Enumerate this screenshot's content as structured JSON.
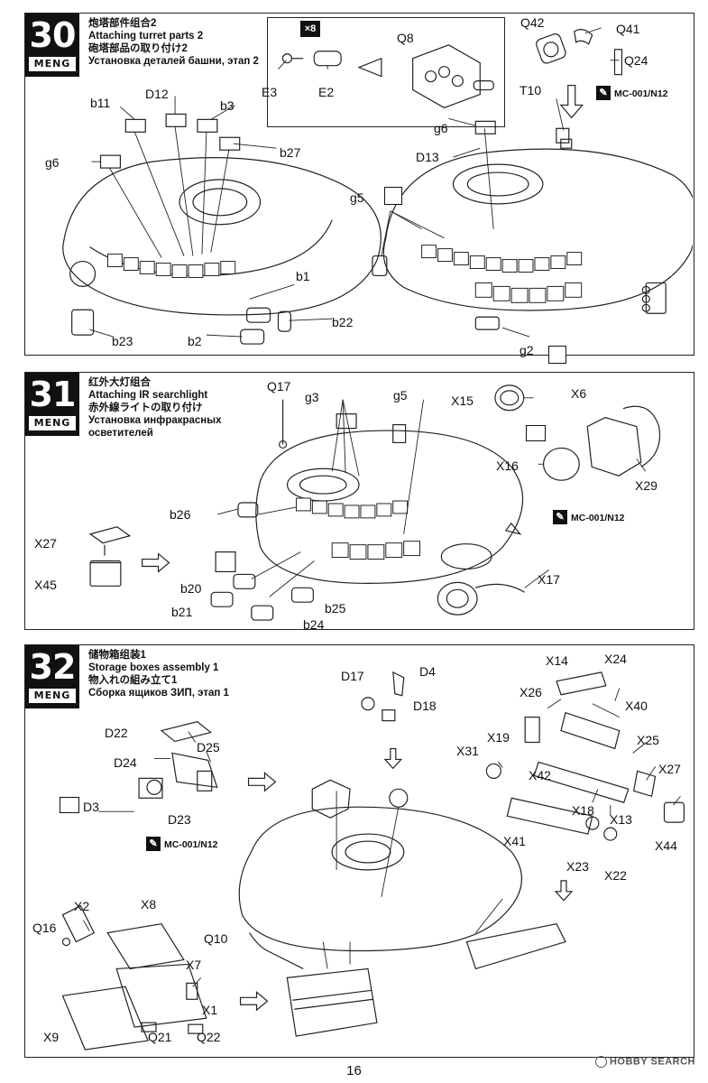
{
  "brand": "MENG",
  "steps": [
    {
      "number": "30",
      "title_zh": "炮塔部件组合2",
      "title_en": "Attaching turret parts 2",
      "title_ja": "砲塔部品の取り付け2",
      "title_ru": "Установка деталей башни, этап 2",
      "quantity_badge": "×8",
      "paint_note": "MC-001/N12",
      "labels": [
        "E3",
        "E2",
        "Q8",
        "Q42",
        "Q41",
        "Q24",
        "T10",
        "b11",
        "D12",
        "b3",
        "b27",
        "g6",
        "g6",
        "D13",
        "g5",
        "b1",
        "b22",
        "b23",
        "b2",
        "g2"
      ]
    },
    {
      "number": "31",
      "title_zh": "红外大灯组合",
      "title_en": "Attaching IR searchlight",
      "title_ja": "赤外線ライトの取り付け",
      "title_ru_1": "Установка инфракрасных",
      "title_ru_2": "осветителей",
      "paint_note": "MC-001/N12",
      "labels": [
        "Q17",
        "g3",
        "g5",
        "X15",
        "X6",
        "X16",
        "X29",
        "b26",
        "X27",
        "X45",
        "b20",
        "b25",
        "b21",
        "b24",
        "X17"
      ]
    },
    {
      "number": "32",
      "title_zh": "储物箱组装1",
      "title_en": "Storage boxes assembly 1",
      "title_ja": "物入れの組み立て1",
      "title_ru": "Сборка ящиков ЗИП, этап 1",
      "paint_note": "MC-001/N12",
      "labels": [
        "D17",
        "D4",
        "D18",
        "X14",
        "X24",
        "X26",
        "X40",
        "D22",
        "D25",
        "D24",
        "X19",
        "X25",
        "X31",
        "X42",
        "X27",
        "D3",
        "D23",
        "X18",
        "X13",
        "X41",
        "X44",
        "X23",
        "X22",
        "X2",
        "X8",
        "Q16",
        "Q10",
        "X7",
        "X1",
        "X9",
        "Q21",
        "Q22"
      ]
    }
  ],
  "page_number": "16",
  "watermark": "HOBBY SEARCH"
}
